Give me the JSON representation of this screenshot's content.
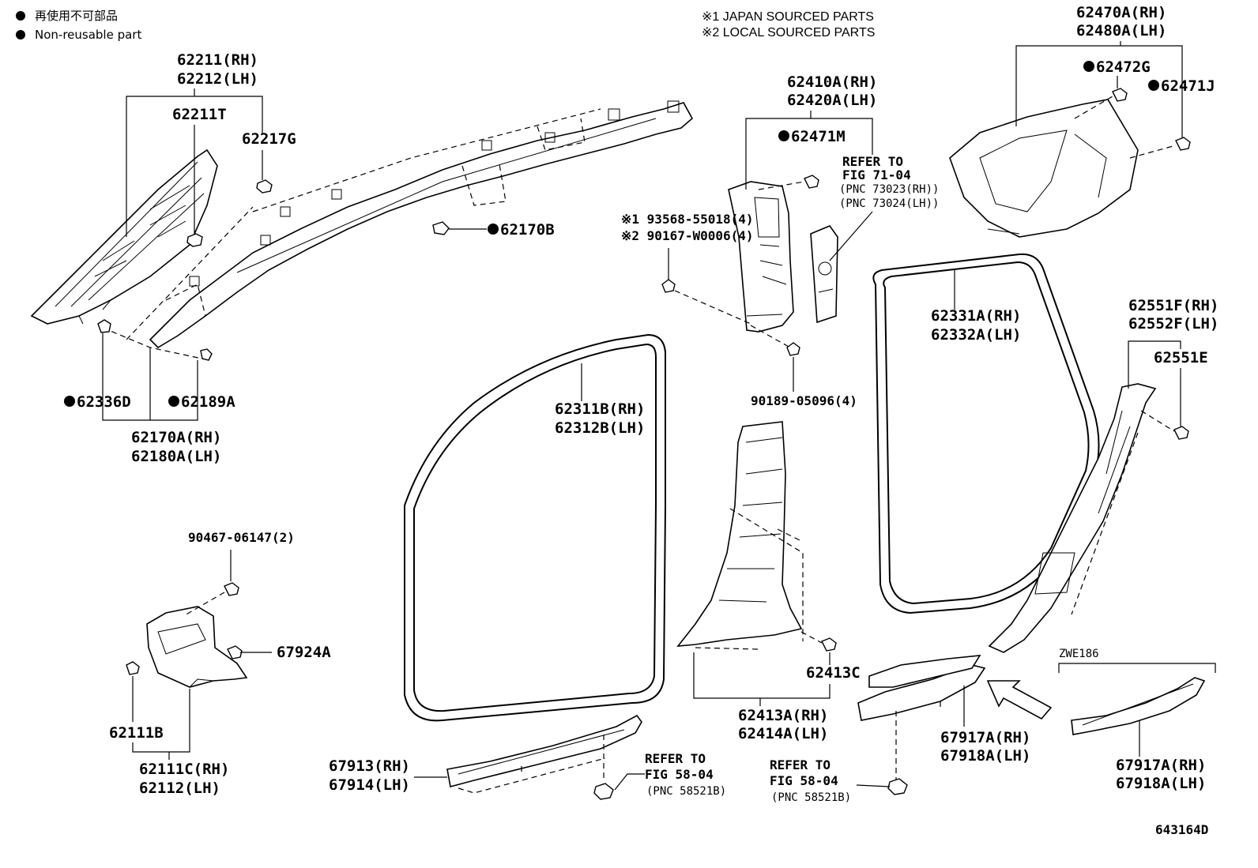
{
  "legend": {
    "jp": "再使用不可部品",
    "en": "Non-reusable part"
  },
  "notes": {
    "n1": "※1 JAPAN SOURCED PARTS",
    "n2": "※2 LOCAL SOURCED PARTS"
  },
  "labels": {
    "p62211": "62211(RH)",
    "p62212": "62212(LH)",
    "p62211T": "62211T",
    "p62217G": "62217G",
    "p62170B": "62170B",
    "p62336D": "62336D",
    "p62189A": "62189A",
    "p62170A": "62170A(RH)",
    "p62180A": "62180A(LH)",
    "p62410A": "62410A(RH)",
    "p62420A": "62420A(LH)",
    "p62471M": "62471M",
    "refer71_1": "REFER TO",
    "refer71_2": "FIG 71-04",
    "refer71_3": "(PNC 73023(RH))",
    "refer71_4": "(PNC 73024(LH))",
    "b93568": "※1 93568-55018(4)",
    "b90167": "※2 90167-W0006(4)",
    "b90189": "90189-05096(4)",
    "p62470A": "62470A(RH)",
    "p62480A": "62480A(LH)",
    "p62472G": "62472G",
    "p62471J": "62471J",
    "p62331A": "62331A(RH)",
    "p62332A": "62332A(LH)",
    "p62551F": "62551F(RH)",
    "p62552F": "62552F(LH)",
    "p62551E": "62551E",
    "p62311B": "62311B(RH)",
    "p62312B": "62312B(LH)",
    "b90467": "90467-06147(2)",
    "p67924A": "67924A",
    "p62111B": "62111B",
    "p62111C": "62111C(RH)",
    "p62112": "62112(LH)",
    "p62413C": "62413C",
    "p62413A": "62413A(RH)",
    "p62414A": "62414A(LH)",
    "p67913": "67913(RH)",
    "p67914": "67914(LH)",
    "refer58a_1": "REFER TO",
    "refer58a_2": "FIG 58-04",
    "refer58a_3": "(PNC 58521B)",
    "refer58b_1": "REFER TO",
    "refer58b_2": "FIG 58-04",
    "refer58b_3": "(PNC 58521B)",
    "p67917A_a": "67917A(RH)",
    "p67918A_a": "67918A(LH)",
    "zwe": "ZWE186",
    "p67917A_b": "67917A(RH)",
    "p67918A_b": "67918A(LH)",
    "fig_id": "643164D"
  }
}
